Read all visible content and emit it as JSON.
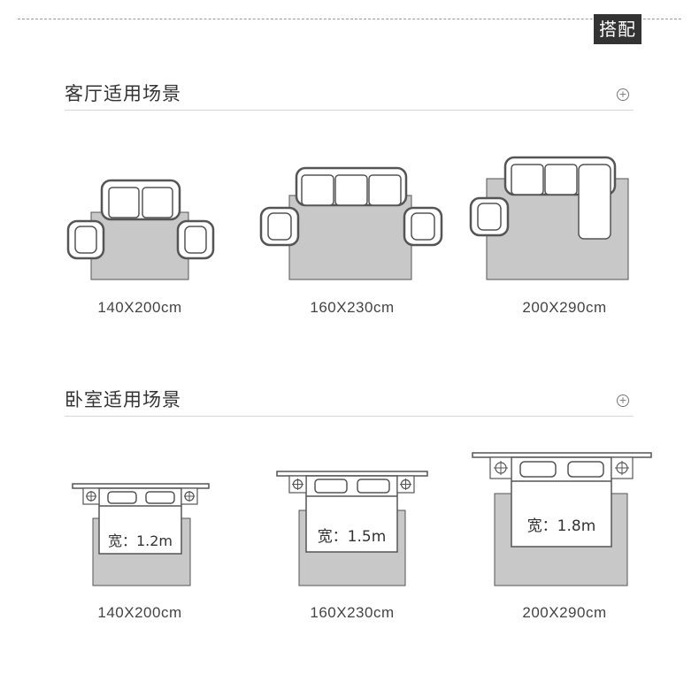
{
  "tag": {
    "label": "搭配"
  },
  "living_room": {
    "title": "客厅适用场景",
    "plus_icon": "plus-circle-icon",
    "sizes": [
      "140X200cm",
      "160X230cm",
      "200X290cm"
    ]
  },
  "bedroom": {
    "title": "卧室适用场景",
    "plus_icon": "plus-circle-icon",
    "sizes": [
      "140X200cm",
      "160X230cm",
      "200X290cm"
    ],
    "widths": [
      "宽：1.2m",
      "宽：1.5m",
      "宽：1.8m"
    ]
  },
  "colors": {
    "rug": "#c8c8c8",
    "outline": "#555555",
    "tag_bg": "#333333"
  }
}
